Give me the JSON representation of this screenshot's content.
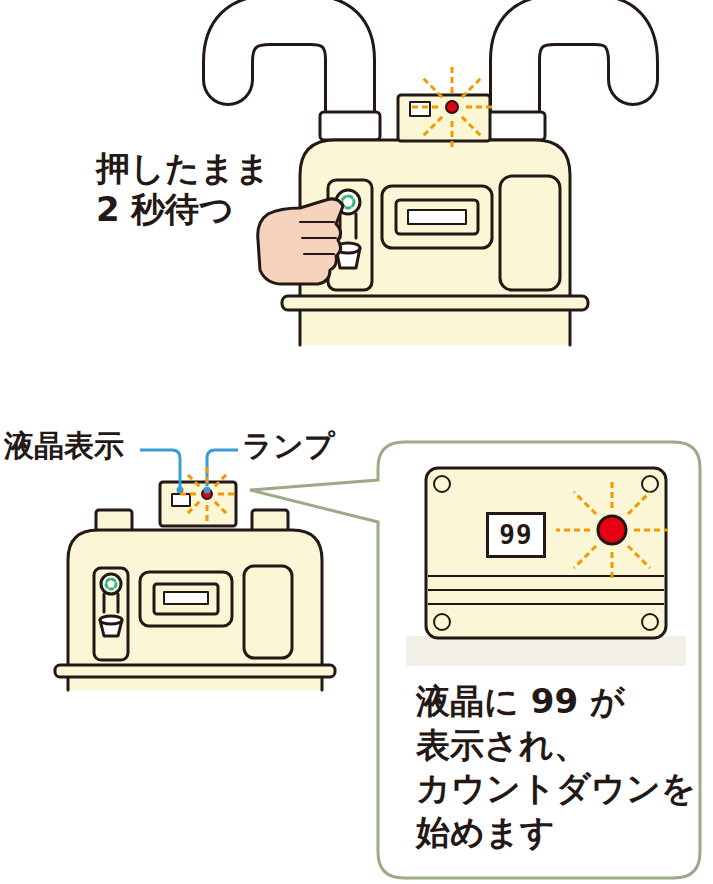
{
  "diagram": {
    "nodes": [
      {
        "text": [
          "液晶に 99 が 表示され、 カウントダウンを 始めます"
        ]
      },
      {
        "text": [
          "99"
        ],
        "in": 0
      }
    ],
    "labels": [
      "押したまま 2 秒待つ",
      "液晶表示",
      "ランプ"
    ]
  }
}
